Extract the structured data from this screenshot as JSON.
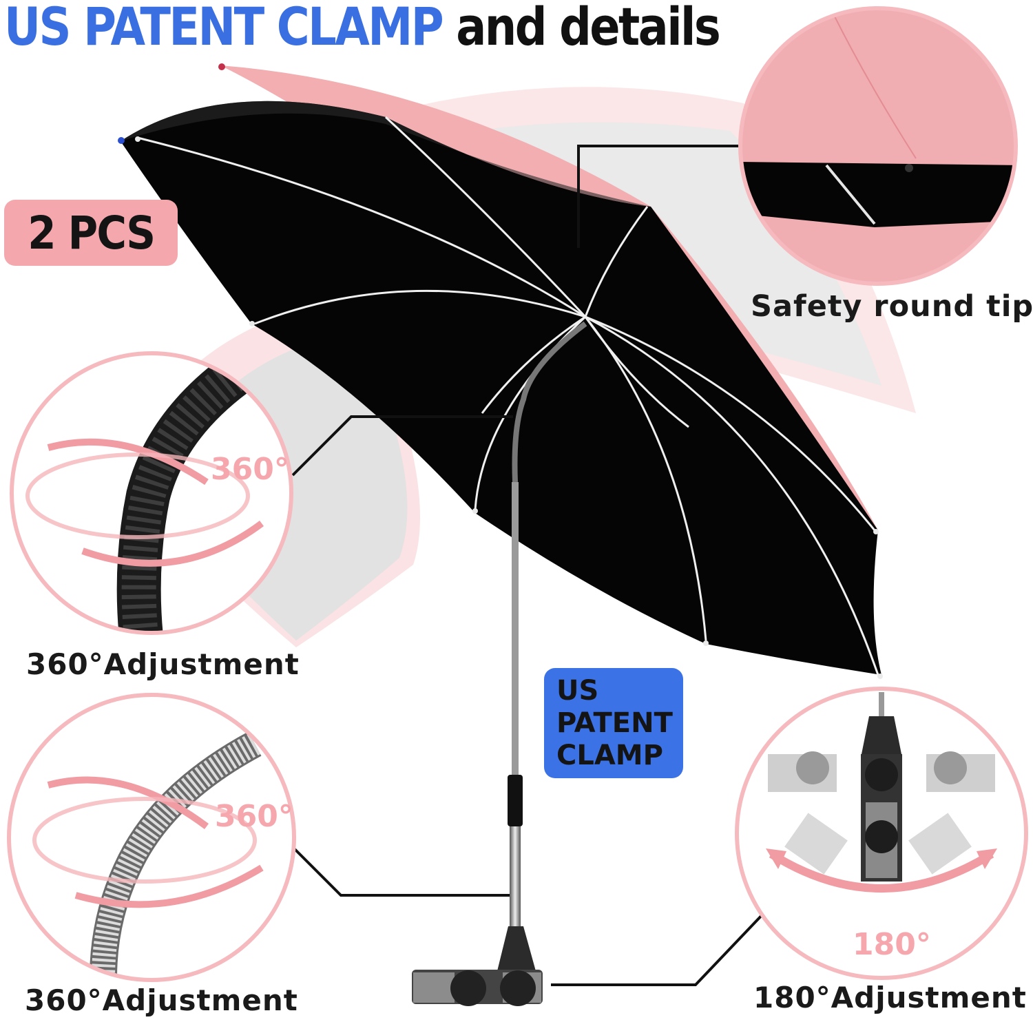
{
  "title": {
    "highlight": "US PATENT CLAMP",
    "rest": " and details"
  },
  "badge_quantity": "2 PCS",
  "badge_patent": {
    "line1": "US",
    "line2": "PATENT",
    "line3": "CLAMP"
  },
  "callouts": {
    "tips": {
      "caption": "Safety round tips"
    },
    "flex_tube": {
      "caption": "360°Adjustment",
      "angle": "360°"
    },
    "spring_tube": {
      "caption": "360°Adjustment",
      "angle": "360°"
    },
    "clamp_rotation": {
      "caption": "180°Adjustment",
      "angle": "180°"
    }
  },
  "colors": {
    "brand_blue": "#3a6fe2",
    "pink": "#f4a8ad",
    "canopy_pink": "#f2aeb1",
    "canopy_black": "#050505",
    "text_dark": "#141414"
  }
}
